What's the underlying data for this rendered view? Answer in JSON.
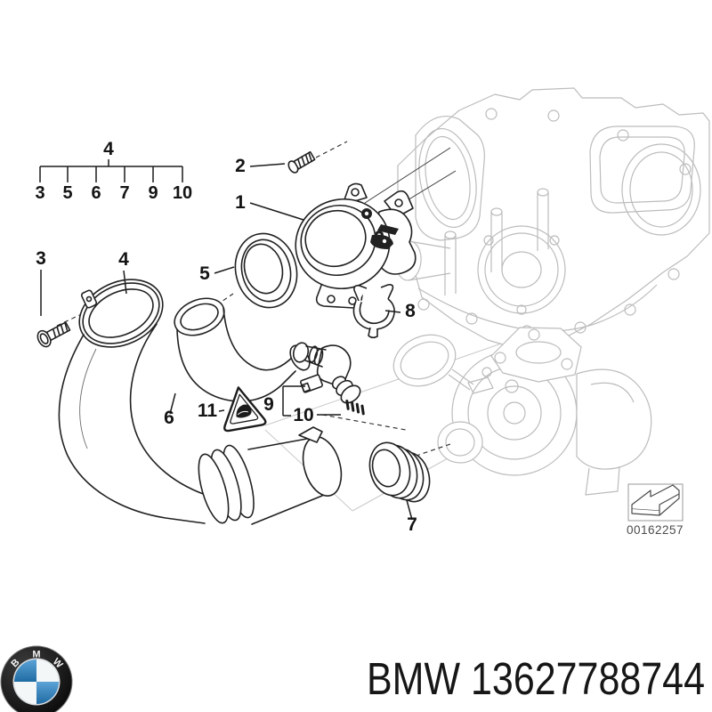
{
  "colors": {
    "background": "#ffffff",
    "line_dark": "#212121",
    "line_light": "#bcbcbc",
    "logo_blue": "#2e7cb8",
    "logo_black": "#1b1b1b",
    "text": "#161616"
  },
  "legend": {
    "parent": "4",
    "children": [
      "3",
      "5",
      "6",
      "7",
      "9",
      "10"
    ]
  },
  "callouts": {
    "c1": "1",
    "c2": "2",
    "c3": "3",
    "c4": "4",
    "c5": "5",
    "c6": "6",
    "c7": "7",
    "c8": "8",
    "c9": "9",
    "c10": "10",
    "c11": "11"
  },
  "photo_box": {
    "code": "00162257"
  },
  "footer": {
    "part_label": "BMW 13627788744",
    "logo_letters": [
      "B",
      "M",
      "W"
    ]
  }
}
